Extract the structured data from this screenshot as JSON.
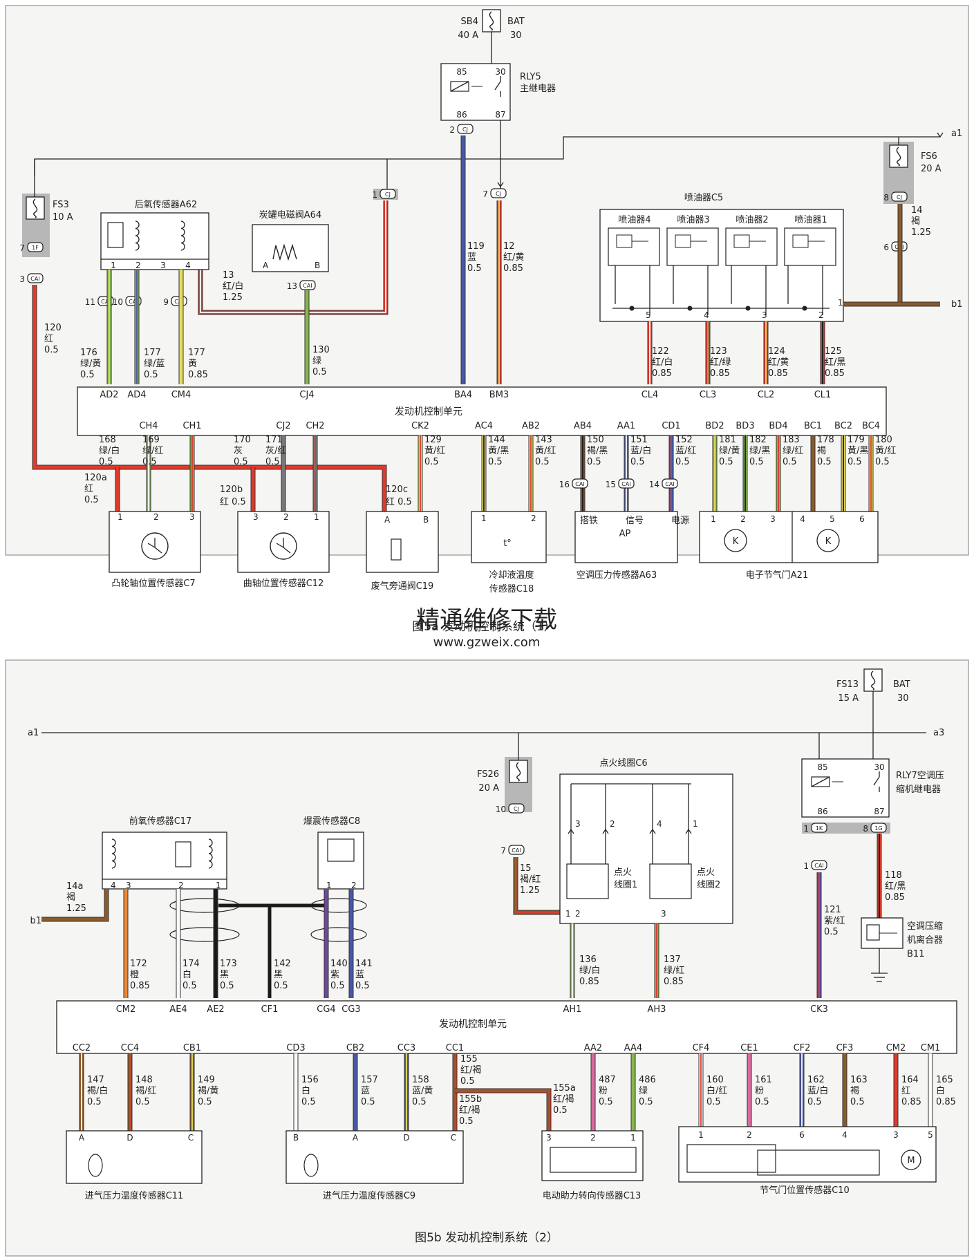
{
  "panel_a": {
    "caption": "图5a 发动机控制系统（1）",
    "ecu_label": "发动机控制单元",
    "watermark": {
      "text": "精通维修下载",
      "url": "www.gzweix.com"
    },
    "fuses": [
      {
        "name": "SB4",
        "rating": "40 A"
      },
      {
        "name": "FS3",
        "rating": "10 A"
      },
      {
        "name": "FS6",
        "rating": "20 A"
      }
    ],
    "bat": {
      "label": "BAT",
      "pin": "30"
    },
    "relay": {
      "name": "RLY5",
      "desc": "主继电器",
      "pins": [
        "85",
        "30",
        "86",
        "87"
      ]
    },
    "connectors": [
      {
        "pin": "2",
        "name": "CJ"
      },
      {
        "pin": "7",
        "name": "CJ"
      },
      {
        "pin": "1",
        "name": "CJ"
      },
      {
        "pin": "7",
        "name": "1F"
      },
      {
        "pin": "3",
        "name": "CAI"
      },
      {
        "pin": "8",
        "name": "CJ"
      },
      {
        "pin": "6",
        "name": "CAI"
      },
      {
        "pin": "11",
        "name": "CAI"
      },
      {
        "pin": "10",
        "name": "CAI"
      },
      {
        "pin": "9",
        "name": "CAI"
      },
      {
        "pin": "13",
        "name": "CAI"
      },
      {
        "pin": "16",
        "name": "CAI"
      },
      {
        "pin": "15",
        "name": "CAI"
      },
      {
        "pin": "14",
        "name": "CAI"
      }
    ],
    "offpage": [
      "a1",
      "b1"
    ],
    "components_top": [
      {
        "name": "后氧传感器A62",
        "pins": [
          "1",
          "2",
          "3",
          "4"
        ]
      },
      {
        "name": "炭罐电磁阀A64",
        "pins": [
          "A",
          "B"
        ]
      },
      {
        "name": "喷油器C5",
        "subs": [
          "喷油器4",
          "喷油器3",
          "喷油器2",
          "喷油器1"
        ],
        "pins": [
          "5",
          "4",
          "3",
          "2",
          "1"
        ]
      }
    ],
    "wires_top": [
      {
        "id": "176",
        "color": "绿/黄",
        "size": "0.5",
        "term": "AD2"
      },
      {
        "id": "177",
        "color": "绿/蓝",
        "size": "0.5",
        "term": "AD4"
      },
      {
        "id": "177",
        "color": "黄",
        "size": "0.85",
        "term": "CM4"
      },
      {
        "id": "13",
        "color": "红/白",
        "size": "1.25",
        "term": ""
      },
      {
        "id": "130",
        "color": "绿",
        "size": "0.5",
        "term": "CJ4"
      },
      {
        "id": "120",
        "color": "红",
        "size": "0.5",
        "term": ""
      },
      {
        "id": "119",
        "color": "蓝",
        "size": "0.5",
        "term": "BA4"
      },
      {
        "id": "12",
        "color": "红/黄",
        "size": "0.85",
        "term": "BM3"
      },
      {
        "id": "122",
        "color": "红/白",
        "size": "0.85",
        "term": "CL4"
      },
      {
        "id": "123",
        "color": "红/绿",
        "size": "0.85",
        "term": "CL3"
      },
      {
        "id": "124",
        "color": "红/黄",
        "size": "0.85",
        "term": "CL2"
      },
      {
        "id": "125",
        "color": "红/黑",
        "size": "0.85",
        "term": "CL1"
      },
      {
        "id": "14",
        "color": "褐",
        "size": "1.25",
        "term": ""
      }
    ],
    "wires_bottom": [
      {
        "term": "CH4",
        "id": "168",
        "color": "绿/白",
        "size": "0.5"
      },
      {
        "term": "CH1",
        "id": "169",
        "color": "绿/红",
        "size": "0.5"
      },
      {
        "term": "CJ2",
        "id": "170",
        "color": "灰",
        "size": "0.5"
      },
      {
        "term": "CH2",
        "id": "171",
        "color": "灰/红",
        "size": "0.5"
      },
      {
        "term": "CK2",
        "id": "129",
        "color": "黄/红",
        "size": "0.5"
      },
      {
        "term": "AC4",
        "id": "144",
        "color": "黄/黑",
        "size": "0.5"
      },
      {
        "term": "AB2",
        "id": "143",
        "color": "黄/红",
        "size": "0.5"
      },
      {
        "term": "AB4",
        "id": "150",
        "color": "褐/黑",
        "size": "0.5"
      },
      {
        "term": "AA1",
        "id": "151",
        "color": "蓝/白",
        "size": "0.5"
      },
      {
        "term": "CD1",
        "id": "152",
        "color": "蓝/红",
        "size": "0.5"
      },
      {
        "term": "BD2",
        "id": "181",
        "color": "绿/黄",
        "size": "0.5"
      },
      {
        "term": "BD3",
        "id": "182",
        "color": "绿/黑",
        "size": "0.5"
      },
      {
        "term": "BD4",
        "id": "183",
        "color": "绿/红",
        "size": "0.5"
      },
      {
        "term": "BC1",
        "id": "178",
        "color": "褐",
        "size": "0.5"
      },
      {
        "term": "BC2",
        "id": "179",
        "color": "黄/黑",
        "size": "0.5"
      },
      {
        "term": "BC4",
        "id": "180",
        "color": "黄/红",
        "size": "0.5"
      }
    ],
    "branch_wires": [
      {
        "id": "120a",
        "color": "红",
        "size": "0.5"
      },
      {
        "id": "120b",
        "color": "红",
        "size": "0.5"
      },
      {
        "id": "120c",
        "color": "红",
        "size": "0.5"
      }
    ],
    "components_bottom": [
      {
        "name": "凸轮轴位置传感器C7",
        "pins": [
          "1",
          "2",
          "3"
        ]
      },
      {
        "name": "曲轴位置传感器C12",
        "pins": [
          "3",
          "2",
          "1"
        ]
      },
      {
        "name": "废气旁通阀C19",
        "pins": [
          "A",
          "B"
        ]
      },
      {
        "name": "冷却液温度",
        "name2": "传感器C18",
        "pins": [
          "1",
          "2"
        ],
        "symbol": "t°"
      },
      {
        "name": "空调压力传感器A63",
        "pins": [
          "搭铁",
          "信号",
          "电源"
        ],
        "extra": "AP"
      },
      {
        "name": "电子节气门A21",
        "pins": [
          "1",
          "2",
          "3",
          "4",
          "5",
          "6"
        ]
      }
    ]
  },
  "panel_b": {
    "caption": "图5b 发动机控制系统（2）",
    "ecu_label": "发动机控制单元",
    "fuses": [
      {
        "name": "FS13",
        "rating": "15 A"
      },
      {
        "name": "FS26",
        "rating": "20 A"
      }
    ],
    "bat": {
      "label": "BAT",
      "pin": "30"
    },
    "relay": {
      "name": "RLY7空调压",
      "desc": "缩机继电器",
      "pins": [
        "85",
        "30",
        "86",
        "87"
      ]
    },
    "offpage": [
      "a1",
      "a3",
      "b1"
    ],
    "connectors": [
      {
        "pin": "10",
        "name": "CJ"
      },
      {
        "pin": "7",
        "name": "CAI"
      },
      {
        "pin": "1",
        "name": "1K"
      },
      {
        "pin": "8",
        "name": "1G"
      },
      {
        "pin": "1",
        "name": "CAI"
      }
    ],
    "ignition": {
      "name": "点火线圈C6",
      "coil1": [
        "点火",
        "线圈1"
      ],
      "coil2": [
        "点火",
        "线圈2"
      ],
      "pins": [
        "3",
        "2",
        "4",
        "1",
        "1",
        "2",
        "3"
      ]
    },
    "components_top": [
      {
        "name": "前氧传感器C17",
        "pins": [
          "4",
          "3",
          "2",
          "1"
        ]
      },
      {
        "name": "爆震传感器C8",
        "pins": [
          "1",
          "2"
        ]
      },
      {
        "name": "空调压缩",
        "name2": "机离合器",
        "name3": "B11"
      }
    ],
    "wires_top": [
      {
        "id": "14a",
        "color": "褐",
        "size": "1.25",
        "term": ""
      },
      {
        "id": "172",
        "color": "橙",
        "size": "0.85",
        "term": "CM2"
      },
      {
        "id": "174",
        "color": "白",
        "size": "0.5",
        "term": "AE4"
      },
      {
        "id": "173",
        "color": "黑",
        "size": "0.5",
        "term": "AE2"
      },
      {
        "id": "142",
        "color": "黑",
        "size": "0.5",
        "term": "CF1"
      },
      {
        "id": "140",
        "color": "紫",
        "size": "0.5",
        "term": "CG4"
      },
      {
        "id": "141",
        "color": "蓝",
        "size": "0.5",
        "term": "CG3"
      },
      {
        "id": "15",
        "color": "褐/红",
        "size": "1.25",
        "term": ""
      },
      {
        "id": "136",
        "color": "绿/白",
        "size": "0.85",
        "term": "AH1"
      },
      {
        "id": "137",
        "color": "绿/红",
        "size": "0.85",
        "term": "AH3"
      },
      {
        "id": "121",
        "color": "紫/红",
        "size": "0.5",
        "term": "CK3"
      },
      {
        "id": "118",
        "color": "红/黑",
        "size": "0.85",
        "term": ""
      }
    ],
    "wires_bottom": [
      {
        "term": "CC2",
        "id": "147",
        "color": "褐/白",
        "size": "0.5"
      },
      {
        "term": "CC4",
        "id": "148",
        "color": "褐/红",
        "size": "0.5"
      },
      {
        "term": "CB1",
        "id": "149",
        "color": "褐/黄",
        "size": "0.5"
      },
      {
        "term": "CD3",
        "id": "156",
        "color": "白",
        "size": "0.5"
      },
      {
        "term": "CB2",
        "id": "157",
        "color": "蓝",
        "size": "0.5"
      },
      {
        "term": "CC3",
        "id": "158",
        "color": "蓝/黄",
        "size": "0.5"
      },
      {
        "term": "CC1",
        "id": "155",
        "color": "红/褐",
        "size": "0.5"
      },
      {
        "term": "AA2",
        "id": "487",
        "color": "粉",
        "size": "0.5"
      },
      {
        "term": "AA4",
        "id": "486",
        "color": "绿",
        "size": "0.5"
      },
      {
        "term": "CF4",
        "id": "160",
        "color": "白/红",
        "size": "0.5"
      },
      {
        "term": "CE1",
        "id": "161",
        "color": "粉",
        "size": "0.5"
      },
      {
        "term": "CF2",
        "id": "162",
        "color": "蓝/白",
        "size": "0.5"
      },
      {
        "term": "CF3",
        "id": "163",
        "color": "褐",
        "size": "0.5"
      },
      {
        "term": "CM2",
        "id": "164",
        "color": "红",
        "size": "0.85"
      },
      {
        "term": "CM1",
        "id": "165",
        "color": "白",
        "size": "0.85"
      }
    ],
    "branch_wires": [
      {
        "id": "155a",
        "color": "红/褐",
        "size": "0.5"
      },
      {
        "id": "155b",
        "color": "红/褐",
        "size": "0.5"
      }
    ],
    "components_bottom": [
      {
        "name": "进气压力温度传感器C11",
        "pins": [
          "A",
          "D",
          "C"
        ]
      },
      {
        "name": "进气压力温度传感器C9",
        "pins": [
          "B",
          "A",
          "D",
          "C"
        ]
      },
      {
        "name": "电动助力转向传感器C13",
        "pins": [
          "3",
          "2",
          "1"
        ]
      },
      {
        "name": "节气门位置传感器C10",
        "pins": [
          "1",
          "2",
          "6",
          "4",
          "3",
          "5"
        ]
      }
    ]
  },
  "colors": {
    "panel_bg": "#f5f5f3",
    "line": "#222222",
    "red": "#e03a2c",
    "green": "#86b94a",
    "blue": "#4a57a6",
    "yellow": "#e6dc5c",
    "brown": "#8b5a2b",
    "gray": "#777777",
    "black": "#1a1a1a",
    "purple": "#6b4a9b",
    "pink": "#d96aa0",
    "orange": "#e8873a",
    "white": "#fafafa",
    "conn_bg": "#b7b7b7",
    "watermark": "#e06050"
  }
}
